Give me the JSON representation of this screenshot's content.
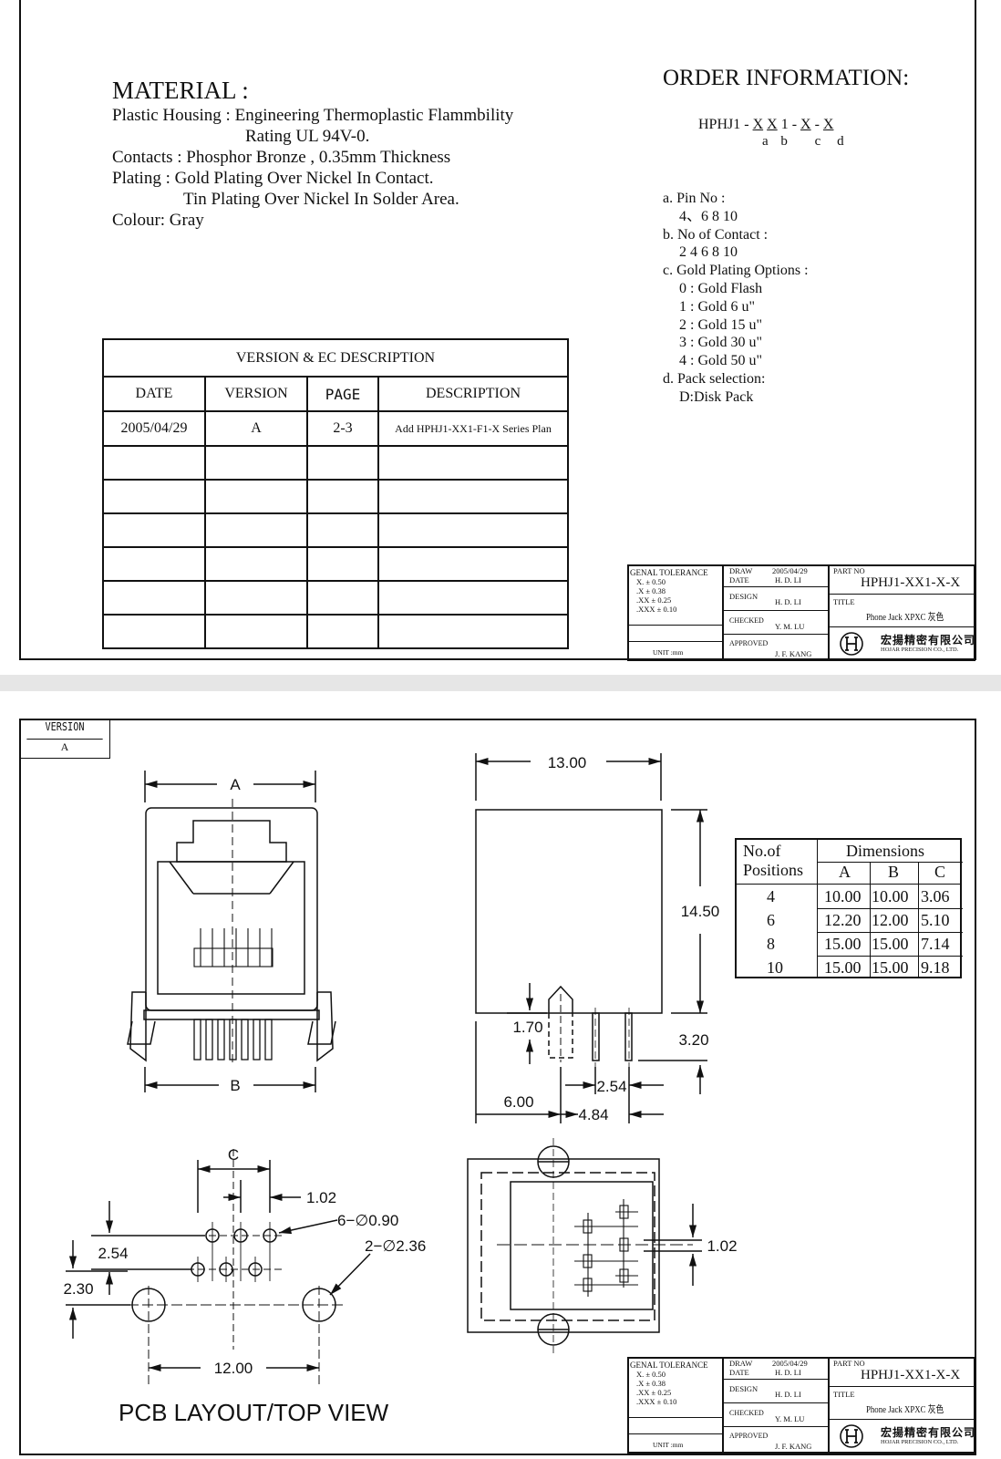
{
  "material": {
    "title": "MATERIAL :",
    "lines": [
      "Plastic Housing : Engineering Thermoplastic Flammbility",
      "Rating UL 94V-0.",
      "Contacts : Phosphor Bronze , 0.35mm Thickness",
      "Plating : Gold Plating Over Nickel In Contact.",
      "Tin Plating Over Nickel In Solder Area.",
      "Colour: Gray"
    ]
  },
  "order": {
    "title": "ORDER  INFORMATION:",
    "code_prefix": "HPHJ1 -",
    "code_parts": [
      "X",
      "X",
      "1",
      "-",
      "X",
      "-",
      "X"
    ],
    "code_letters": [
      "a",
      "b",
      "c",
      "d"
    ],
    "lines": [
      "a. Pin No :",
      "4、6  8  10",
      "b. No of Contact  :",
      "2  4  6  8  10",
      "c. Gold Plating Options :",
      "0 : Gold Flash",
      "1 : Gold 6 u\"",
      "2 : Gold 15 u\"",
      "3 : Gold 30 u\"",
      "4 : Gold 50 u\"",
      "d. Pack selection:",
      "D:Disk Pack"
    ]
  },
  "version_table": {
    "title": "VERSION & EC DESCRIPTION",
    "headers": [
      "DATE",
      "VERSION",
      "PAGE",
      "DESCRIPTION"
    ],
    "row": [
      "2005/04/29",
      "A",
      "2-3",
      "Add  HPHJ1-XX1-F1-X Series Plan"
    ]
  },
  "title_block": {
    "tol_title": "GENAL TOLERANCE",
    "tol_lines": [
      "X.      ± 0.50",
      ".X      ± 0.38",
      ".XX    ± 0.25",
      ".XXX  ± 0.10"
    ],
    "unit": "UNIT :mm",
    "draw_label": "DRAW",
    "date_label": "DATE",
    "draw_date": "2005/04/29",
    "draw_name": "H. D. LI",
    "design_label": "DESIGN",
    "design_name": "H. D. LI",
    "checked_label": "CHECKED",
    "checked_name": "Y. M. LU",
    "approved_label": "APPROVED",
    "approved_name": "J. F. KANG",
    "partno_label": "PART NO",
    "partno": "HPHJ1-XX1-X-X",
    "title_label": "TITLE",
    "title": "Phone Jack XPXC 灰色",
    "company_cn": "宏揚精密有限公司",
    "company_en": "HOJAR PRECISION CO.,  LTD."
  },
  "version_box": {
    "label": "VERSION",
    "value": "A"
  },
  "dims": {
    "A": "A",
    "B": "B",
    "C": "C",
    "d13": "13.00",
    "d1450": "14.50",
    "d170": "1.70",
    "d320": "3.20",
    "d600": "6.00",
    "d254": "2.54",
    "d484": "4.84",
    "d102": "1.02",
    "d6090": "6−∅0.90",
    "d2236": "2−∅2.36",
    "d254b": "2.54",
    "d230": "2.30",
    "d1200": "12.00",
    "d102b": "1.02"
  },
  "pcb_label": "PCB LAYOUT/TOP VIEW",
  "dim_table": {
    "col1": [
      "No.of",
      "Positions"
    ],
    "head": "Dimensions",
    "sub": [
      "A",
      "B",
      "C"
    ],
    "rows": [
      [
        "4",
        "10.00",
        "10.00",
        "3.06"
      ],
      [
        "6",
        "12.20",
        "12.00",
        "5.10"
      ],
      [
        "8",
        "15.00",
        "15.00",
        "7.14"
      ],
      [
        "10",
        "15.00",
        "15.00",
        "9.18"
      ]
    ]
  }
}
